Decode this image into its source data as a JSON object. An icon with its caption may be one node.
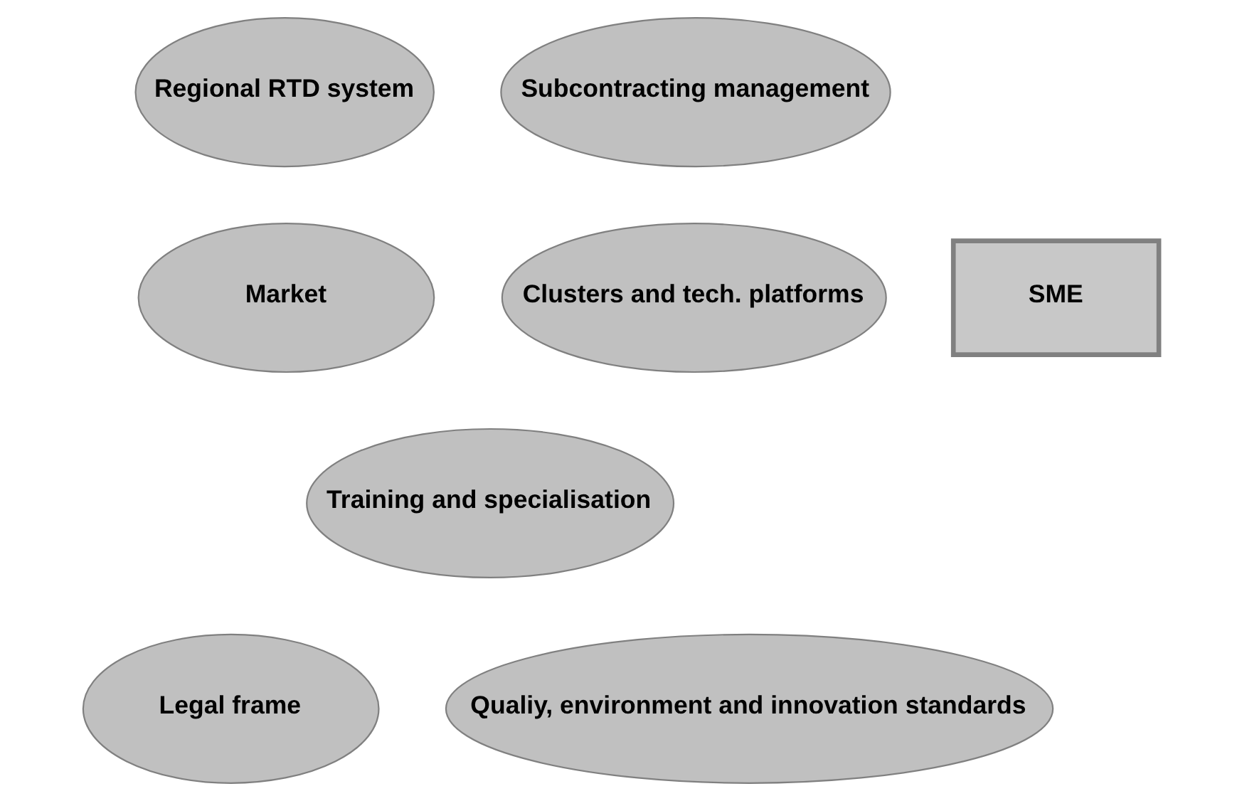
{
  "diagram": {
    "nodes": [
      {
        "text": [
          "Regional RTD system"
        ]
      },
      {
        "text": [
          "Subcontracting management"
        ]
      },
      {
        "text": [
          "Market"
        ]
      },
      {
        "text": [
          "SME"
        ]
      },
      {
        "text": [
          "Clusters and tech. platforms"
        ]
      },
      {
        "text": [
          "Training and specialisation"
        ]
      },
      {
        "text": [
          "Legal frame"
        ]
      },
      {
        "text": [
          "Qualiy, environment and innovation standards"
        ]
      }
    ]
  }
}
